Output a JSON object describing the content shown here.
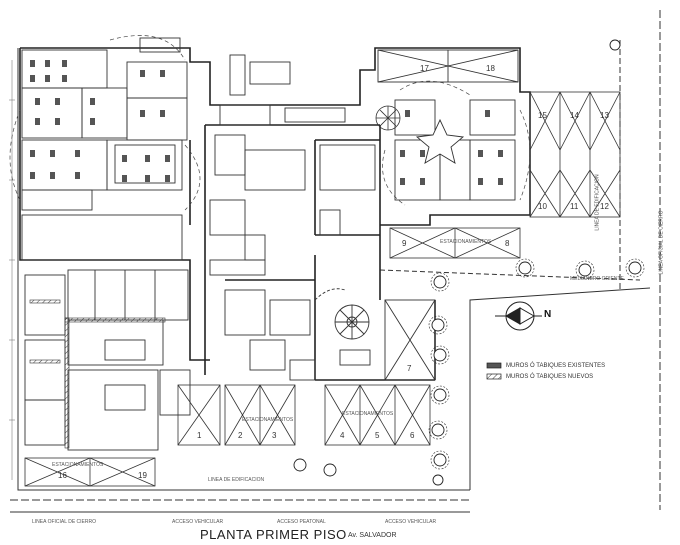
{
  "title": "PLANTA PRIMER PISO",
  "street": "Av. SALVADOR",
  "compass": "N",
  "legend": [
    {
      "text": "MUROS Ó TABIQUES EXISTENTES",
      "fill": "dark"
    },
    {
      "text": "MUROS Ó TABIQUES NUEVOS",
      "fill": "hatched"
    }
  ],
  "labels": {
    "estacionamientos_1": "ESTACIONAMIENTOS",
    "estacionamientos_2": "ESTACIONAMIENTOS",
    "estacionamientos_3": "ESTACIONAMIENTOS",
    "estacionamientos_4": "ESTACIONAMIENTOS",
    "linea_edificacion_1": "LINEA DE EDIFICACION",
    "linea_edificacion_2": "LINEA DE EDIFICACION",
    "acceso_vehicular_1": "ACCESO VEHICULAR",
    "acceso_vehicular_2": "ACCESO VEHICULAR",
    "acceso_peatonal": "ACCESO PEATONAL",
    "linea_oficial_1": "LINEA OFICIAL DE CIERRO",
    "linea_oficial_2": "LINEA OFICIAL DE CIERRO",
    "medianero": "MEDIANERO ORIENTE"
  },
  "spaces": {
    "s1": "1",
    "s2": "2",
    "s3": "3",
    "s4": "4",
    "s5": "5",
    "s6": "6",
    "s7": "7",
    "s8": "8",
    "s9": "9",
    "s10": "10",
    "s11": "11",
    "s12": "12",
    "s13": "13",
    "s14": "14",
    "s15": "15",
    "s16": "16",
    "s17": "17",
    "s18": "18",
    "s19": "19"
  }
}
